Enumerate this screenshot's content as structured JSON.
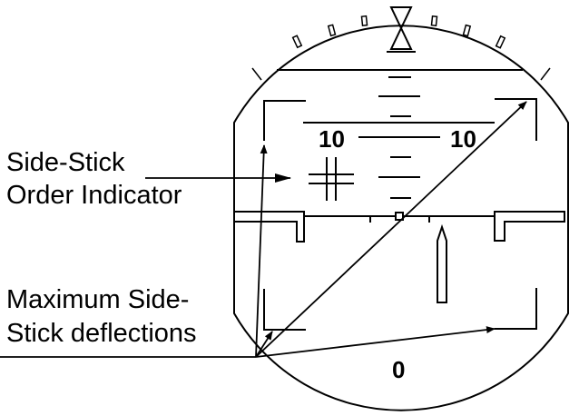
{
  "labels": {
    "order_indicator_line1": "Side-Stick",
    "order_indicator_line2": "Order Indicator",
    "max_deflection_line1": "Maximum Side-",
    "max_deflection_line2": "Stick deflections"
  },
  "display": {
    "pitch_left": "10",
    "pitch_right": "10",
    "bottom_value": "0"
  }
}
